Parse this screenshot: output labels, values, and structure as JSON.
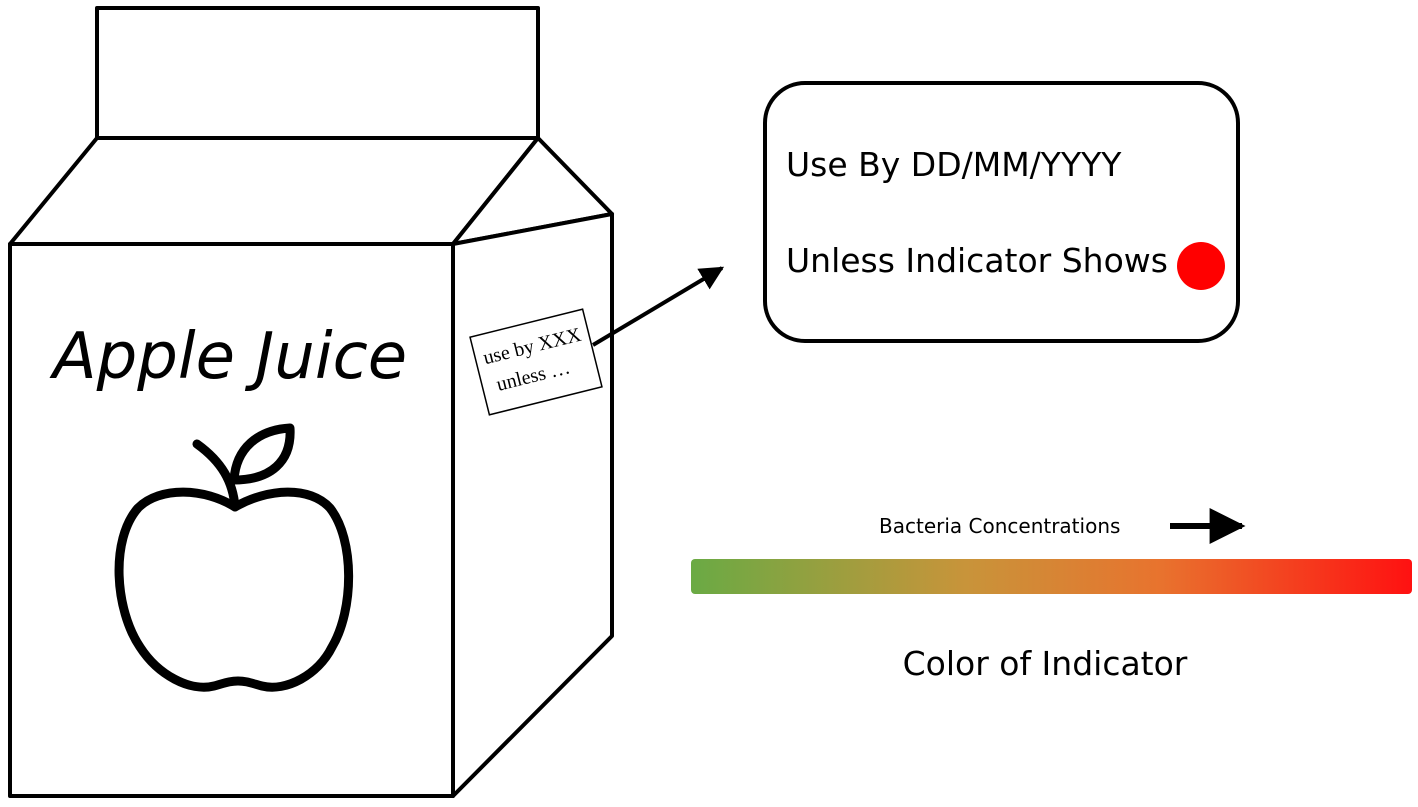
{
  "carton": {
    "product_name": "Apple Juice",
    "sticker_line1": "use by XXX",
    "sticker_line2": "unless …"
  },
  "label": {
    "line1": "Use By DD/MM/YYYY",
    "line2": "Unless Indicator Shows",
    "indicator_color": "#ff0000"
  },
  "scale": {
    "axis_label": "Bacteria Concentrations",
    "caption": "Color of Indicator",
    "gradient": [
      "#6aaa44",
      "#c8943a",
      "#e8732e",
      "#ff1111"
    ]
  }
}
